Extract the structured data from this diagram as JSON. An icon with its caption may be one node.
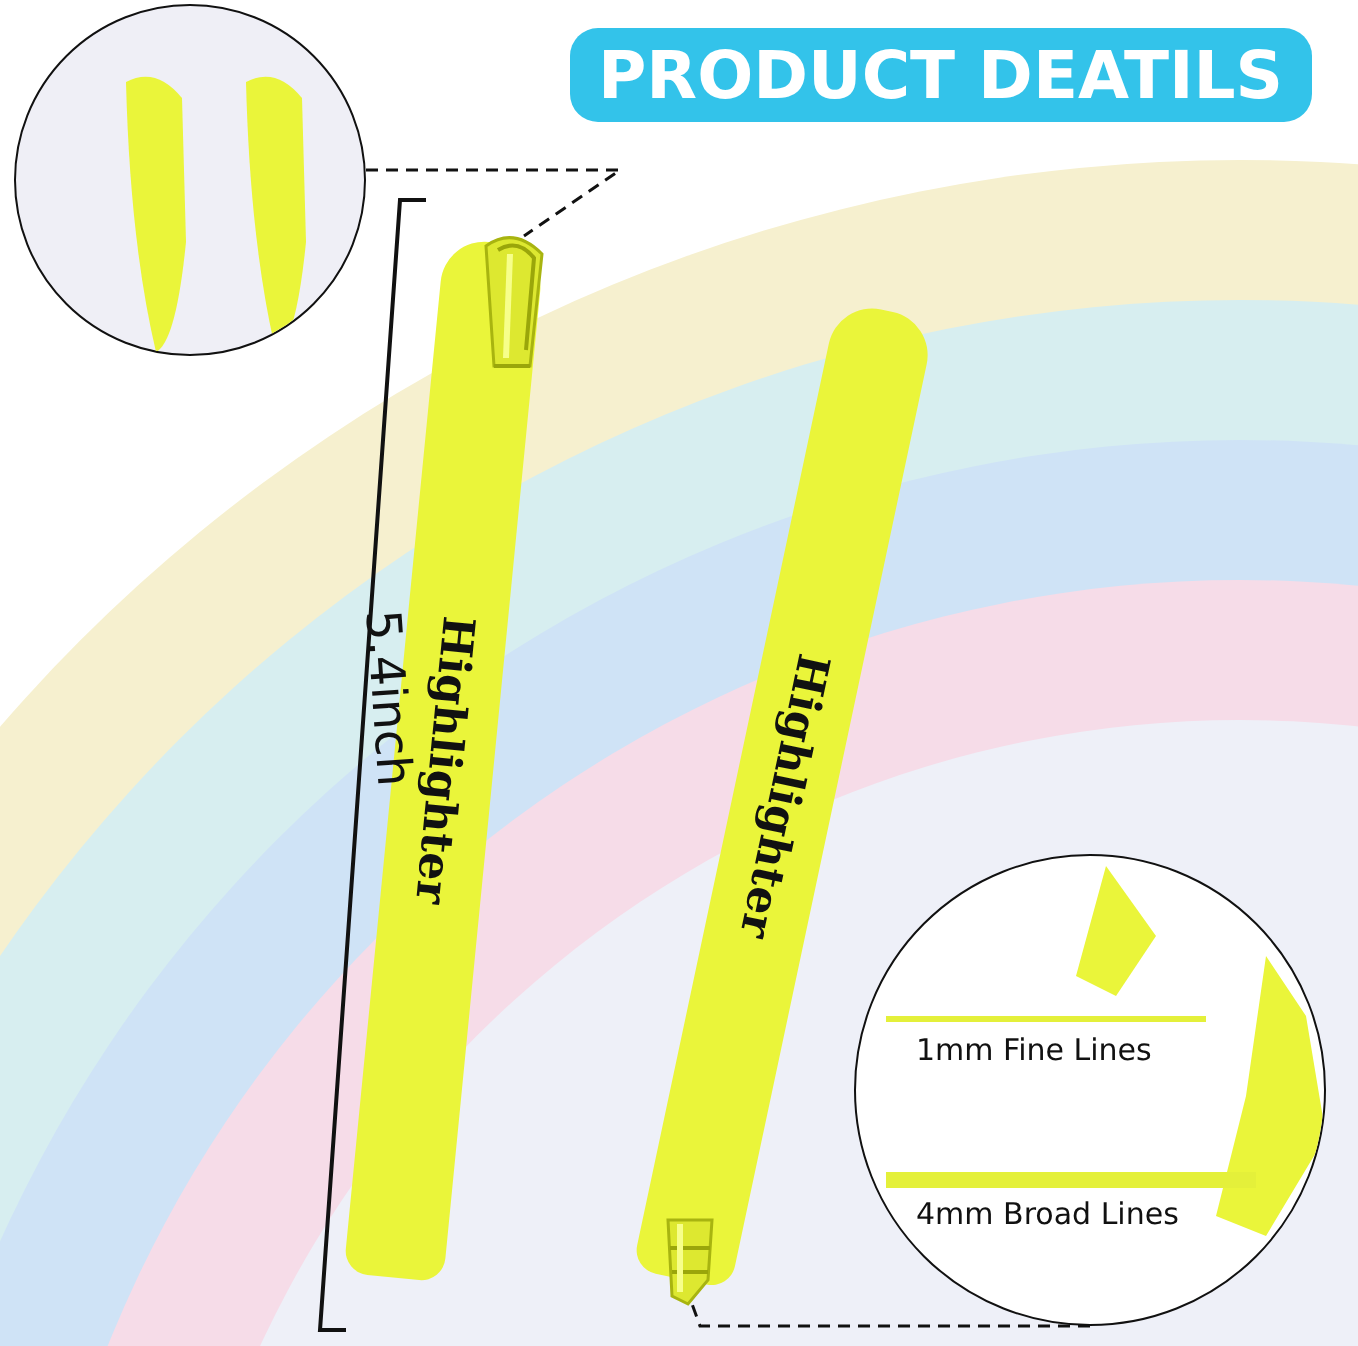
{
  "diagram": {
    "title": "PRODUCT DEATILS",
    "nodes": [
      {
        "text": [],
        "shape": "picture"
      },
      {
        "text": [],
        "shape": "picture"
      },
      {
        "text": [
          "1mm Fine Lines",
          "4mm Broad Lines"
        ]
      },
      {
        "text": [],
        "shape": "picture"
      }
    ],
    "edges": [
      {
        "from": 0,
        "to": 1,
        "arrow": "none",
        "style": "dashed"
      },
      {
        "from": 2,
        "to": 3,
        "arrow": "none",
        "style": "dashed"
      }
    ],
    "labels": [
      "5.4inch",
      "Highlighter",
      "Highlighter"
    ]
  }
}
